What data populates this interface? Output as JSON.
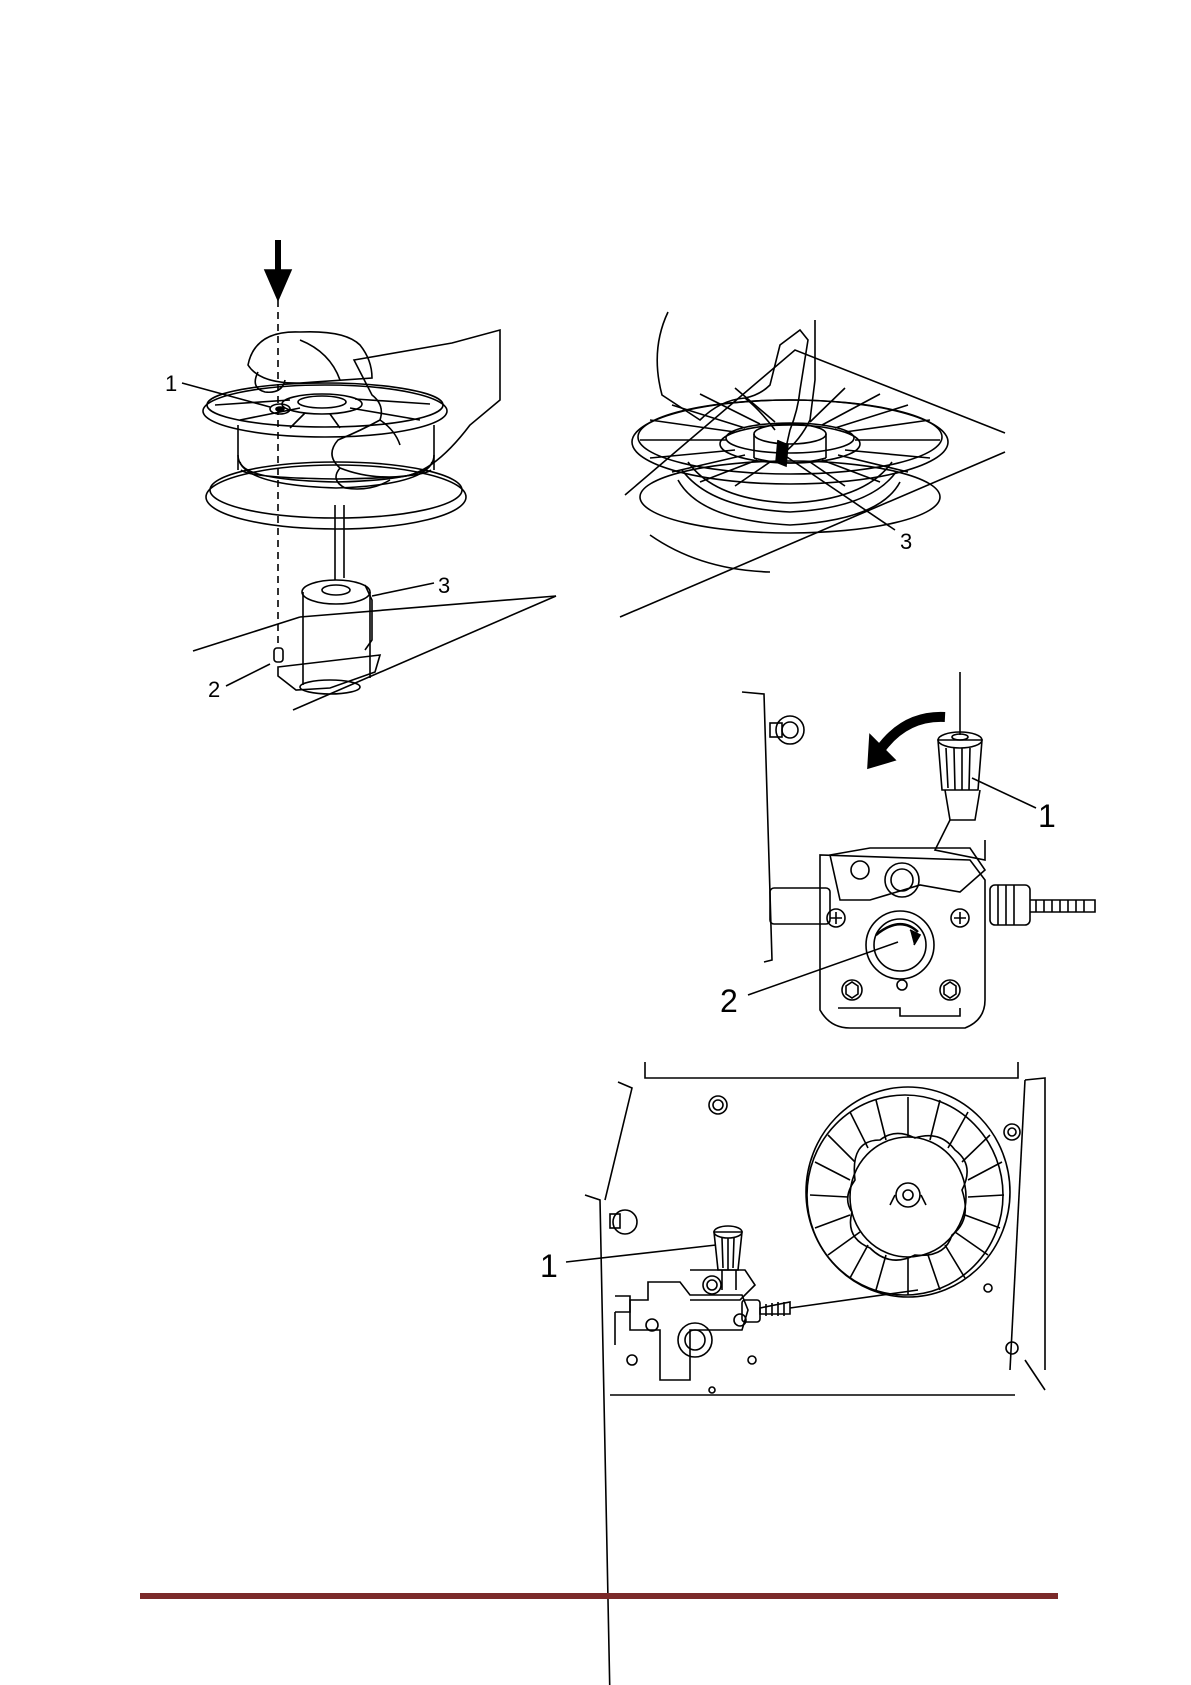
{
  "figure1": {
    "callouts": [
      "1",
      "2",
      "3"
    ]
  },
  "figure2": {
    "callouts": [
      "3"
    ]
  },
  "figure3": {
    "callouts": [
      "1",
      "2"
    ]
  },
  "figure4": {
    "callouts": [
      "1"
    ]
  },
  "footer": {
    "rule_color": "#7b2a2a"
  }
}
